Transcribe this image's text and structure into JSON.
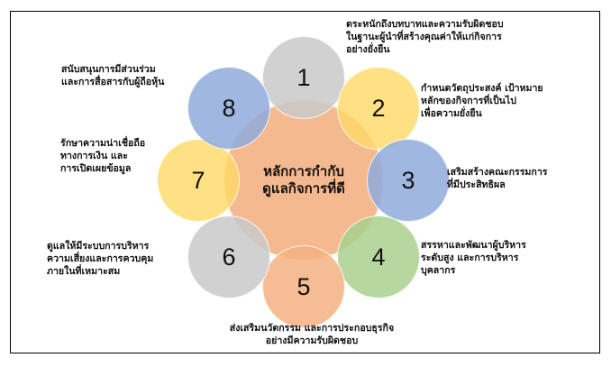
{
  "diagram": {
    "title": "หลักการกำกับดูแลกิจการที่ดี",
    "center": {
      "line1": "หลักการกำกับ",
      "line2": "ดูแลกิจการที่ดี",
      "color": "#F4B183"
    },
    "nodes": [
      {
        "number": "1",
        "color": "#C9C9C9",
        "lines": [
          "ตระหนักถึงบทบาทและความรับผิดชอบ",
          "ในฐานะผู้นำที่สร้างคุณค่าให้แก่กิจการ",
          "อย่างยั่งยืน"
        ]
      },
      {
        "number": "2",
        "color": "#FFD966",
        "lines": [
          "กำหนดวัตถุประสงค์ เป้าหมาย",
          "หลักของกิจการที่เป็นไป",
          "เพื่อความยั่งยืน"
        ]
      },
      {
        "number": "3",
        "color": "#8FAADC",
        "lines": [
          "เสริมสร้างคณะกรรมการ",
          "ที่มีประสิทธิผล"
        ]
      },
      {
        "number": "4",
        "color": "#A9D18E",
        "lines": [
          "สรรหาและพัฒนาผู้บริหาร",
          "ระดับสูง และการบริหาร",
          "บุคลากร"
        ]
      },
      {
        "number": "5",
        "color": "#F4B183",
        "lines": [
          "ส่งเสริมนวัตกรรม และการประกอบธุรกิจ",
          "อย่างมีความรับผิดชอบ"
        ]
      },
      {
        "number": "6",
        "color": "#C9C9C9",
        "lines": [
          "ดูแลให้มีระบบการบริหาร",
          "ความเสี่ยงและการควบคุม",
          "ภายในที่เหมาะสม"
        ]
      },
      {
        "number": "7",
        "color": "#FFD966",
        "lines": [
          "รักษาความน่าเชื่อถือ",
          "ทางการเงิน และ",
          "การเปิดเผยข้อมูล"
        ]
      },
      {
        "number": "8",
        "color": "#8FAADC",
        "lines": [
          "สนับสนุนการมีส่วนร่วม",
          "และการสื่อสารกับผู้ถือหุ้น"
        ]
      }
    ]
  }
}
